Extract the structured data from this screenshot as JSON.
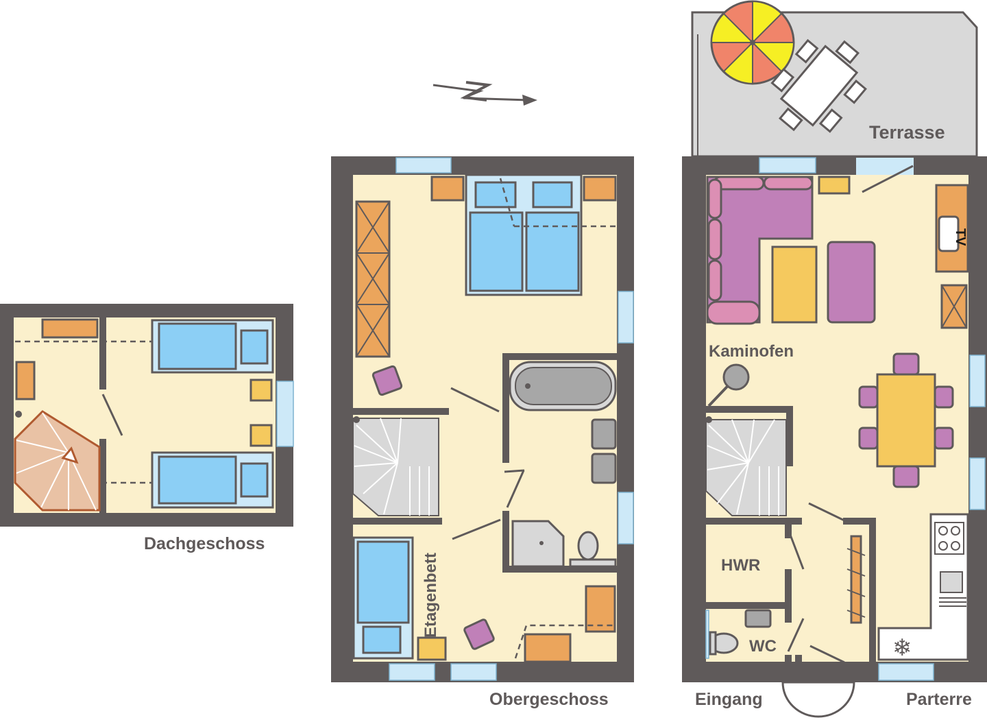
{
  "plans": {
    "attic": {
      "title": "Dachgeschoss"
    },
    "upper": {
      "title": "Obergeschoss",
      "bunk_bed": "Etagenbett"
    },
    "ground": {
      "title": "Parterre",
      "terrace": "Terrasse",
      "stove": "Kaminofen",
      "tv": "TV",
      "utility": "HWR",
      "toilet": "WC",
      "entrance": "Eingang"
    }
  },
  "north_arrow": {
    "label": "N"
  },
  "colors": {
    "wall": "#5f5a5a",
    "floor": "#fbf0cc",
    "sofa": "#c080b8",
    "cushion": "#dc8fb4",
    "table": "#f5c95e",
    "cabinet": "#eba55c",
    "bed": "#8ccff5",
    "window": "#cde9f8",
    "terrace": "#d9d9d9"
  }
}
